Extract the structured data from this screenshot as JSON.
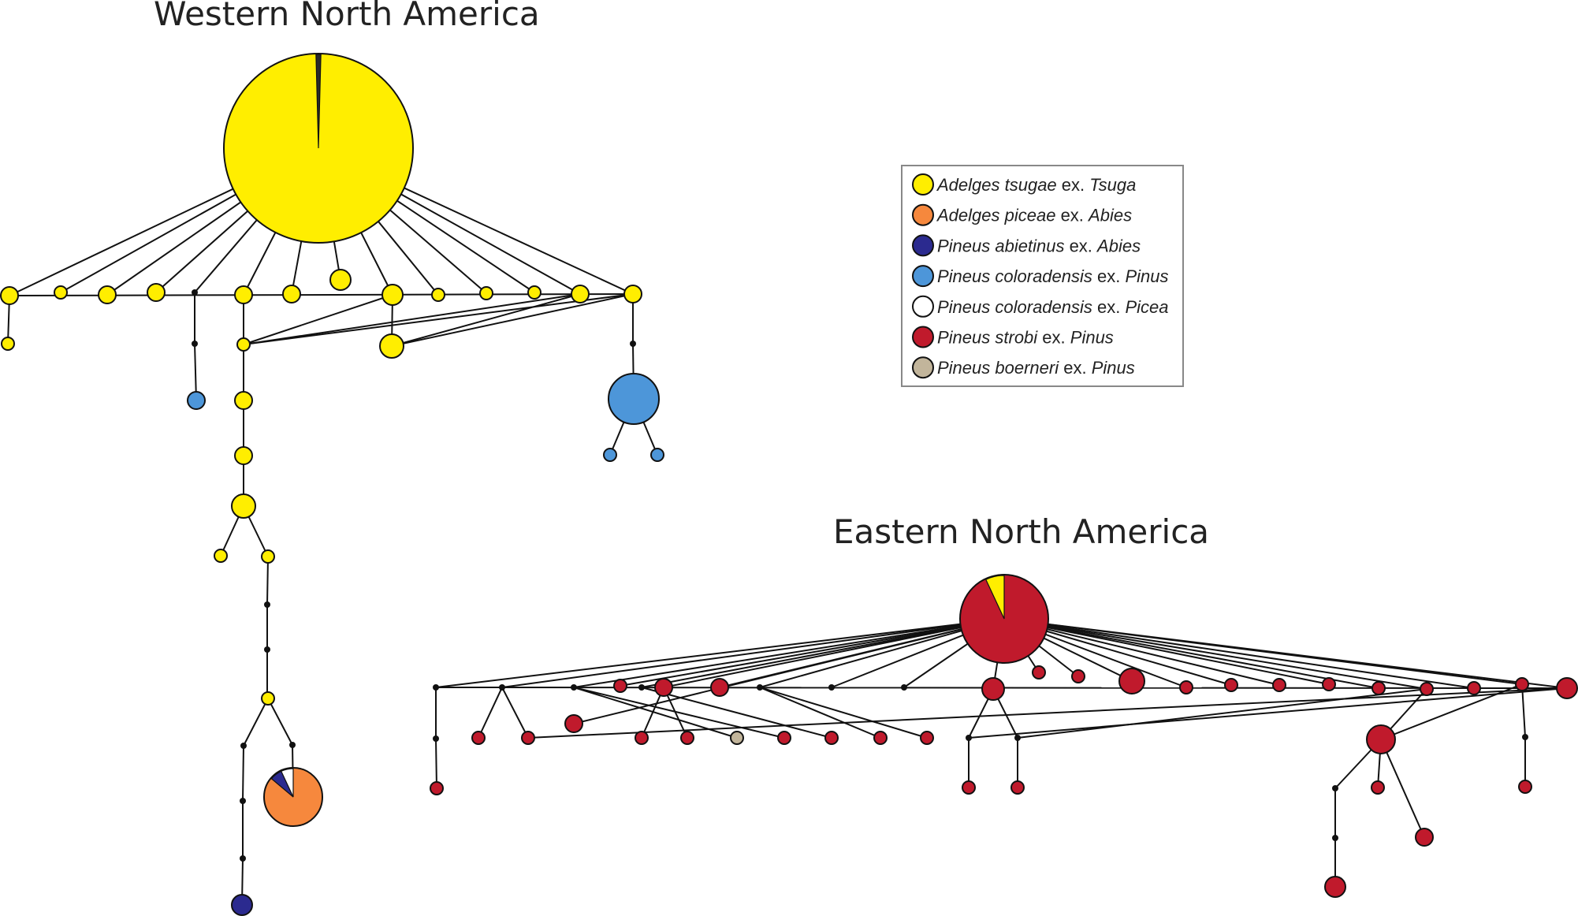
{
  "titles": {
    "west": "Western North America",
    "east": "Eastern North America"
  },
  "legend": [
    {
      "key": "tsugae",
      "color": "#ffee00",
      "species": "Adelges tsugae",
      "ex": " ex. ",
      "host": "Tsuga"
    },
    {
      "key": "piceae",
      "color": "#f6883d",
      "species": "Adelges piceae",
      "ex": " ex. ",
      "host": "Abies"
    },
    {
      "key": "abietinus",
      "color": "#2b2a8f",
      "species": "Pineus abietinus",
      "ex": " ex. ",
      "host": "Abies"
    },
    {
      "key": "coloPinus",
      "color": "#4d96d9",
      "species": "Pineus coloradensis",
      "ex": " ex. ",
      "host": "Pinus"
    },
    {
      "key": "coloPicea",
      "color": "#ffffff",
      "species": "Pineus coloradensis",
      "ex": " ex. ",
      "host": "Picea"
    },
    {
      "key": "strobi",
      "color": "#c01a2c",
      "species": "Pineus strobi",
      "ex": " ex. ",
      "host": "Pinus"
    },
    {
      "key": "boerneri",
      "color": "#c2b59b",
      "species": "Pineus boerneri",
      "ex": " ex. ",
      "host": "Pinus"
    }
  ]
}
